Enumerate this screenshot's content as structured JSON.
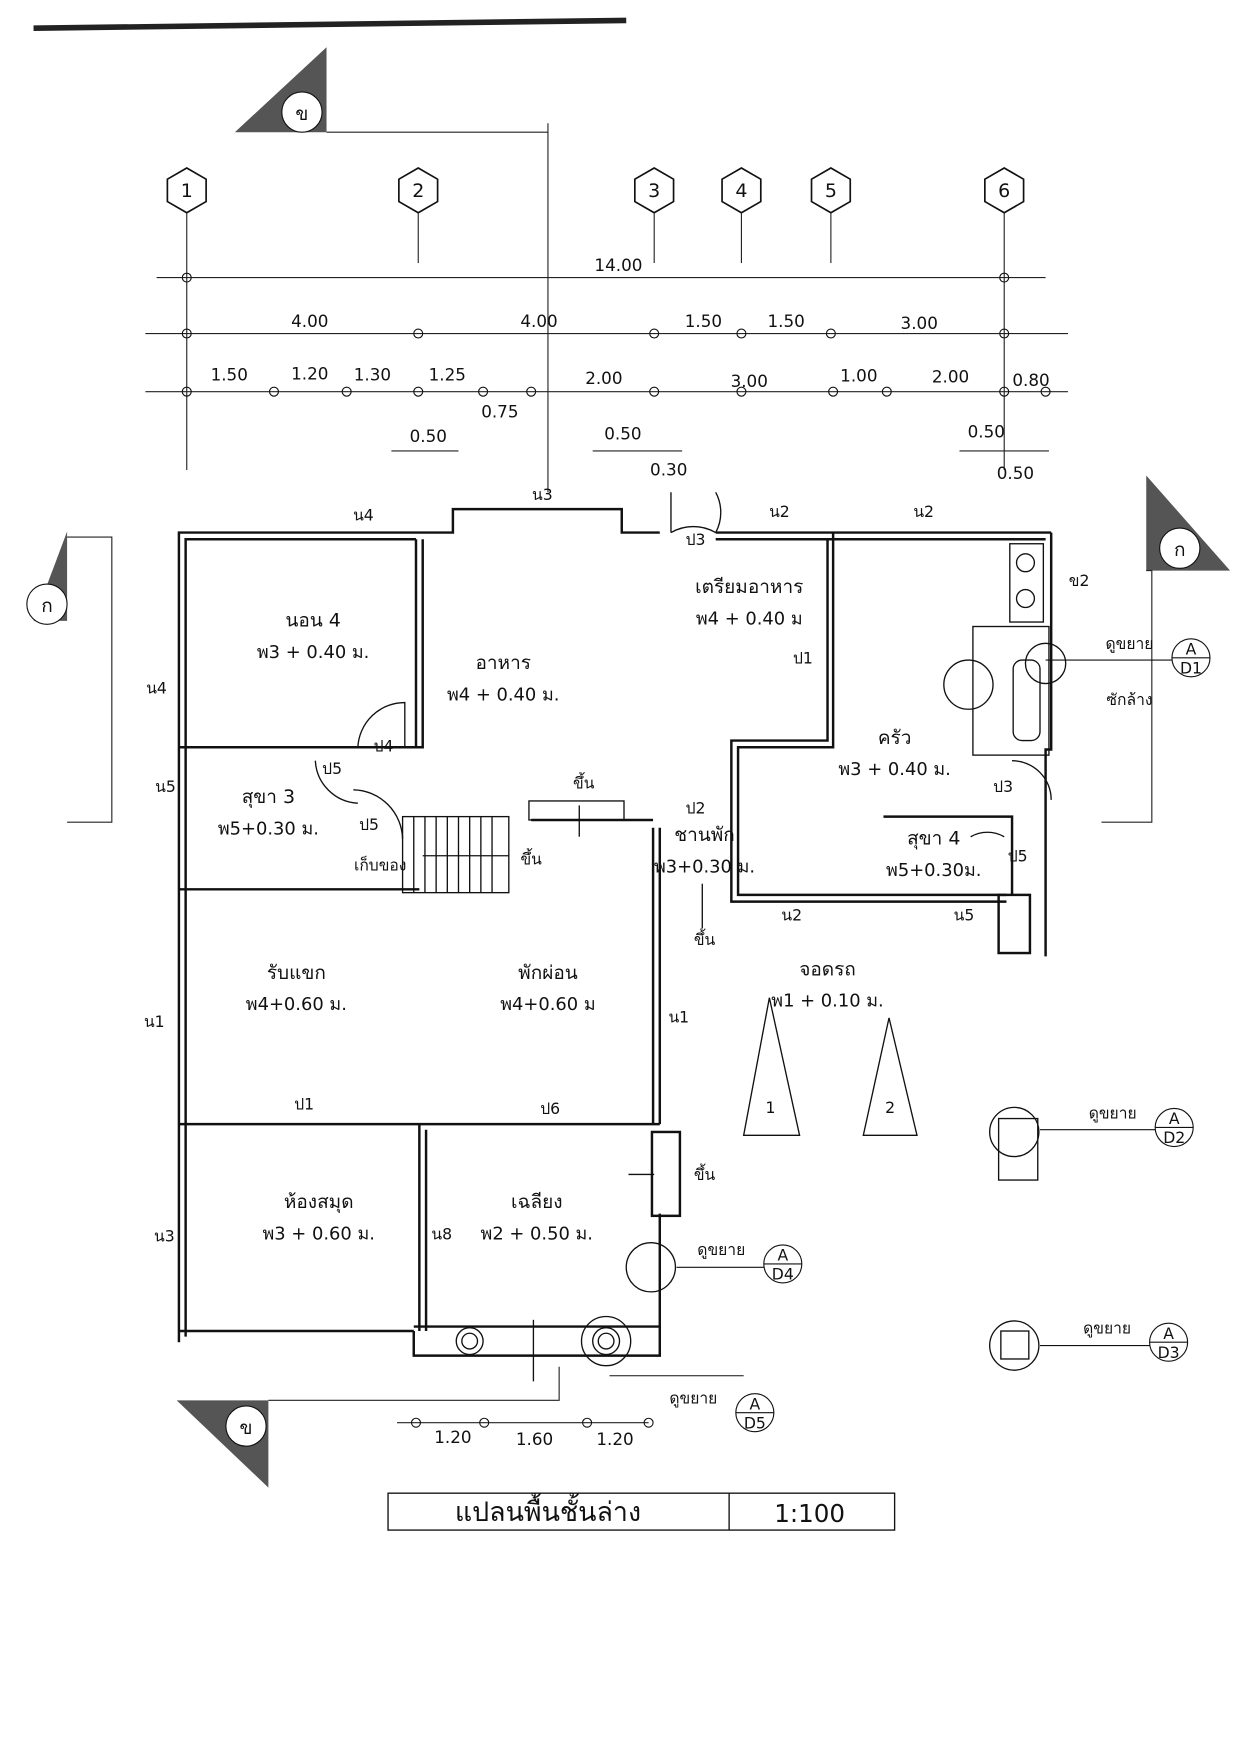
{
  "title": {
    "name": "แปลนพื้นชั้นล่าง",
    "scale": "1:100"
  },
  "grid_axes": [
    "1",
    "2",
    "3",
    "4",
    "5",
    "6"
  ],
  "dimensions": {
    "overall": "14.00",
    "row2": [
      "4.00",
      "4.00",
      "1.50",
      "1.50",
      "3.00"
    ],
    "row3": [
      "1.50",
      "1.20",
      "1.30",
      "1.25",
      "2.00",
      "3.00",
      "1.00",
      "2.00",
      "0.80"
    ],
    "small": [
      "0.50",
      "0.75",
      "0.50",
      "0.30",
      "0.50",
      "0.50"
    ],
    "bottom": [
      "1.20",
      "1.60",
      "1.20"
    ]
  },
  "rooms": [
    {
      "name": "นอน 4",
      "level": "พ3 + 0.40 ม."
    },
    {
      "name": "อาหาร",
      "level": "พ4 + 0.40 ม."
    },
    {
      "name": "เตรียมอาหาร",
      "level": "พ4 + 0.40 ม"
    },
    {
      "name": "ครัว",
      "level": "พ3 + 0.40 ม."
    },
    {
      "name": "สุขา 3",
      "level": "พ5+0.30 ม."
    },
    {
      "name": "สุขา 4",
      "level": "พ5+0.30ม."
    },
    {
      "name": "ชานพัก",
      "level": "พ3+0.30 ม."
    },
    {
      "name": "รับแขก",
      "level": "พ4+0.60 ม."
    },
    {
      "name": "พักผ่อน",
      "level": "พ4+0.60 ม"
    },
    {
      "name": "จอดรถ",
      "level": "พ1 + 0.10 ม."
    },
    {
      "name": "ห้องสมุด",
      "level": "พ3 + 0.60 ม."
    },
    {
      "name": "เฉลียง",
      "level": "พ2 + 0.50 ม."
    }
  ],
  "extra_labels": {
    "storage": "เก็บของ",
    "laundry": "ซักล้าง",
    "up": "ขึ้น"
  },
  "openings": [
    "น4",
    "น3",
    "น2",
    "น2",
    "น4",
    "น5",
    "น1",
    "น1",
    "น3",
    "น8",
    "น2",
    "น5",
    "ป3",
    "ป1",
    "ป4",
    "ป5",
    "ป5",
    "ป2",
    "ป1",
    "ป6",
    "ป3",
    "ป5",
    "ข2"
  ],
  "sections": {
    "a": "ก",
    "b": "ข"
  },
  "callouts": [
    {
      "text": "ดูขยาย",
      "ref": "A",
      "sheet": "D1"
    },
    {
      "text": "ดูขยาย",
      "ref": "A",
      "sheet": "D2"
    },
    {
      "text": "ดูขยาย",
      "ref": "A",
      "sheet": "D3"
    },
    {
      "text": "ดูขยาย",
      "ref": "A",
      "sheet": "D4"
    },
    {
      "text": "ดูขยาย",
      "ref": "A",
      "sheet": "D5"
    }
  ],
  "trees": [
    "1",
    "2"
  ]
}
